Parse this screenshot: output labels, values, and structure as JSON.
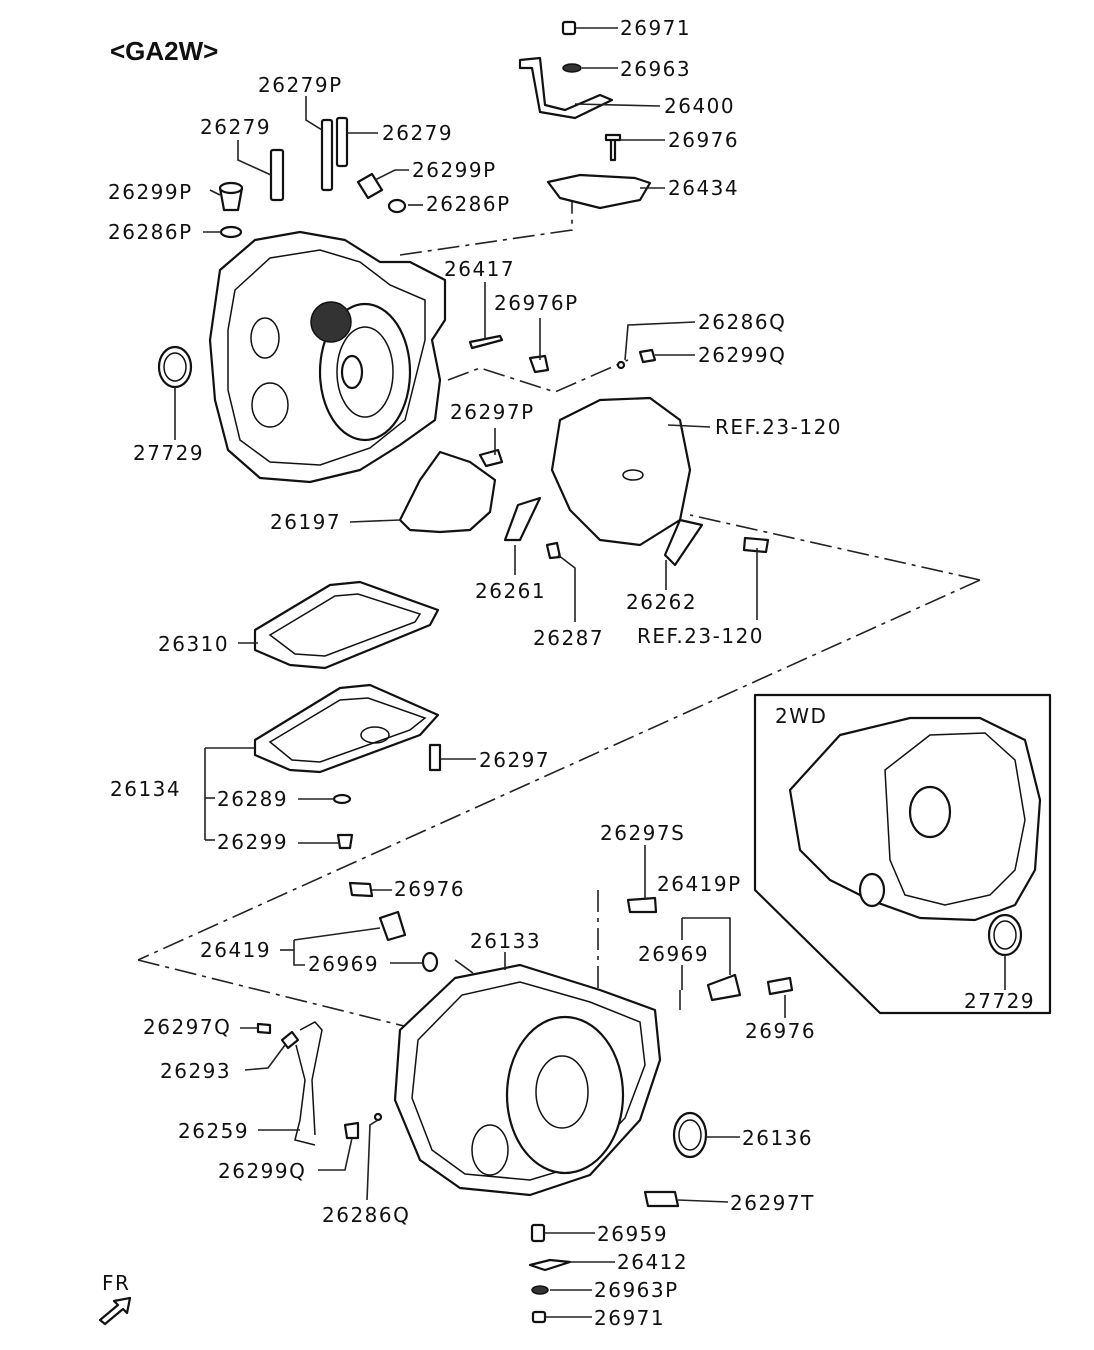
{
  "header": {
    "title": "<GA2W>"
  },
  "inset": {
    "title": "2WD",
    "seal_label": "27729"
  },
  "footer": {
    "direction_label": "FR"
  },
  "labels": {
    "p26971_top": "26971",
    "p26963": "26963",
    "p26400": "26400",
    "p26976_top": "26976",
    "p26434": "26434",
    "p26279P": "26279P",
    "p26279_left": "26279",
    "p26279_right": "26279",
    "p26299P_right": "26299P",
    "p26299P_left": "26299P",
    "p26286P_right": "26286P",
    "p26286P_left": "26286P",
    "p26417": "26417",
    "p26976P": "26976P",
    "p26286Q_top": "26286Q",
    "p26299Q_top": "26299Q",
    "p27729_left": "27729",
    "p26297P": "26297P",
    "ref_top": "REF.23-120",
    "p26197": "26197",
    "p26261": "26261",
    "p26262": "26262",
    "p26287": "26287",
    "ref_bottom": "REF.23-120",
    "p26310": "26310",
    "p26297": "26297",
    "p26134": "26134",
    "p26289": "26289",
    "p26299": "26299",
    "p26297S": "26297S",
    "p26976_mid": "26976",
    "p26419P": "26419P",
    "p26419": "26419",
    "p26133": "26133",
    "p26969_left": "26969",
    "p26969_right": "26969",
    "p26976_right": "26976",
    "p26297Q": "26297Q",
    "p26293": "26293",
    "p26259": "26259",
    "p26299Q_bottom": "26299Q",
    "p26286Q_bottom": "26286Q",
    "p26136": "26136",
    "p26297T": "26297T",
    "p26959": "26959",
    "p26412": "26412",
    "p26963P": "26963P",
    "p26971_bottom": "26971"
  }
}
